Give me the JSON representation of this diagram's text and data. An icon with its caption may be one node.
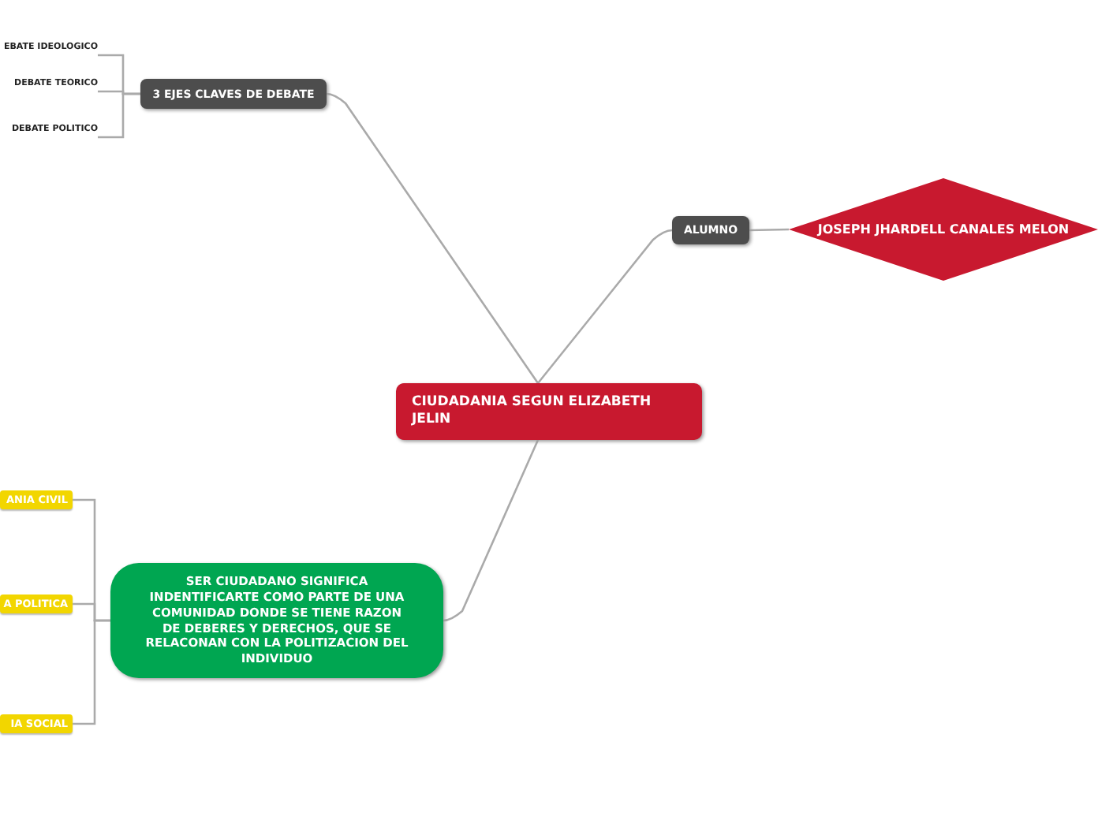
{
  "diagram": {
    "nodes": [
      {
        "text": [
          "CIUDADANIA SEGUN ELIZABETH JELIN"
        ]
      },
      {
        "text": [
          "3 EJES CLAVES DE DEBATE"
        ]
      },
      {
        "text": [
          "EBATE IDEOLOGICO"
        ]
      },
      {
        "text": [
          "DEBATE TEORICO"
        ]
      },
      {
        "text": [
          "DEBATE POLITICO"
        ]
      },
      {
        "text": [
          "ALUMNO"
        ]
      },
      {
        "text": [
          "JOSEPH JHARDELL CANALES MELON"
        ]
      },
      {
        "text": [
          "SER CIUDADANO SIGNIFICA INDENTIFICARTE COMO PARTE DE UNA COMUNIDAD DONDE SE TIENE RAZON DE DEBERES Y DERECHOS, QUE SE RELACONAN CON LA POLITIZACION DEL INDIVIDUO"
        ]
      },
      {
        "text": [
          "ANIA CIVIL"
        ]
      },
      {
        "text": [
          "A POLITICA"
        ]
      },
      {
        "text": [
          "IA SOCIAL"
        ]
      }
    ],
    "edges": [
      {
        "from": 0,
        "to": 1,
        "arrow": "none"
      },
      {
        "from": 1,
        "to": 2,
        "arrow": "none"
      },
      {
        "from": 1,
        "to": 3,
        "arrow": "none"
      },
      {
        "from": 1,
        "to": 4,
        "arrow": "none"
      },
      {
        "from": 0,
        "to": 5,
        "arrow": "none"
      },
      {
        "from": 5,
        "to": 6,
        "arrow": "none"
      },
      {
        "from": 0,
        "to": 7,
        "arrow": "none"
      },
      {
        "from": 7,
        "to": 8,
        "arrow": "none"
      },
      {
        "from": 7,
        "to": 9,
        "arrow": "none"
      },
      {
        "from": 7,
        "to": 10,
        "arrow": "none"
      }
    ]
  }
}
